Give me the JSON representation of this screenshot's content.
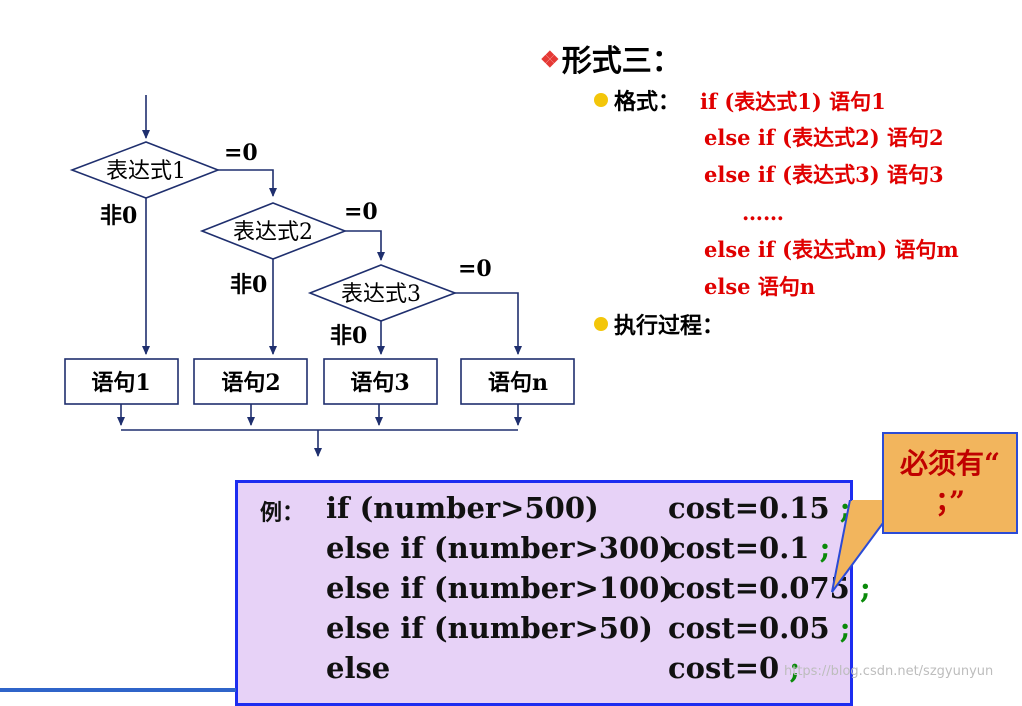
{
  "title": {
    "icon": "diamond-bullet-icon",
    "text": "形式三："
  },
  "format": {
    "label": "格式：",
    "lines": [
      "if (表达式1) 语句1",
      "else if (表达式2)     语句2",
      "else if (表达式3)     语句3",
      "……",
      "else if (表达式m)    语句m",
      "else 语句n"
    ]
  },
  "process_label": "执行过程：",
  "flowchart": {
    "conditions": [
      "表达式1",
      "表达式2",
      "表达式3"
    ],
    "zero_label": "=0",
    "nonzero_label": "非0",
    "statements": [
      "语句1",
      "语句2",
      "语句3",
      "语句n"
    ]
  },
  "example": {
    "label": "例：",
    "rows": [
      {
        "cond": "if (number>500)",
        "assign": "cost=0.15",
        "semi": ";"
      },
      {
        "cond": "else if (number>300)",
        "assign": "cost=0.1",
        "semi": ";"
      },
      {
        "cond": "else if (number>100)",
        "assign": "cost=0.075",
        "semi": ";"
      },
      {
        "cond": "else if (number>50)",
        "assign": "cost=0.05",
        "semi": ";"
      },
      {
        "cond": "else",
        "assign": "cost=0",
        "semi": ";"
      }
    ]
  },
  "callout": {
    "line1": "必须有“",
    "line2": "；”"
  },
  "watermark": "https://blog.csdn.net/szgyunyun",
  "colors": {
    "code_red": "#e00000",
    "semicolon_green": "#0a8a0a",
    "example_bg": "#e7d2f7",
    "example_border": "#1d2df0",
    "callout_bg": "#f2b55d",
    "line_navy": "#1f2f6e"
  }
}
